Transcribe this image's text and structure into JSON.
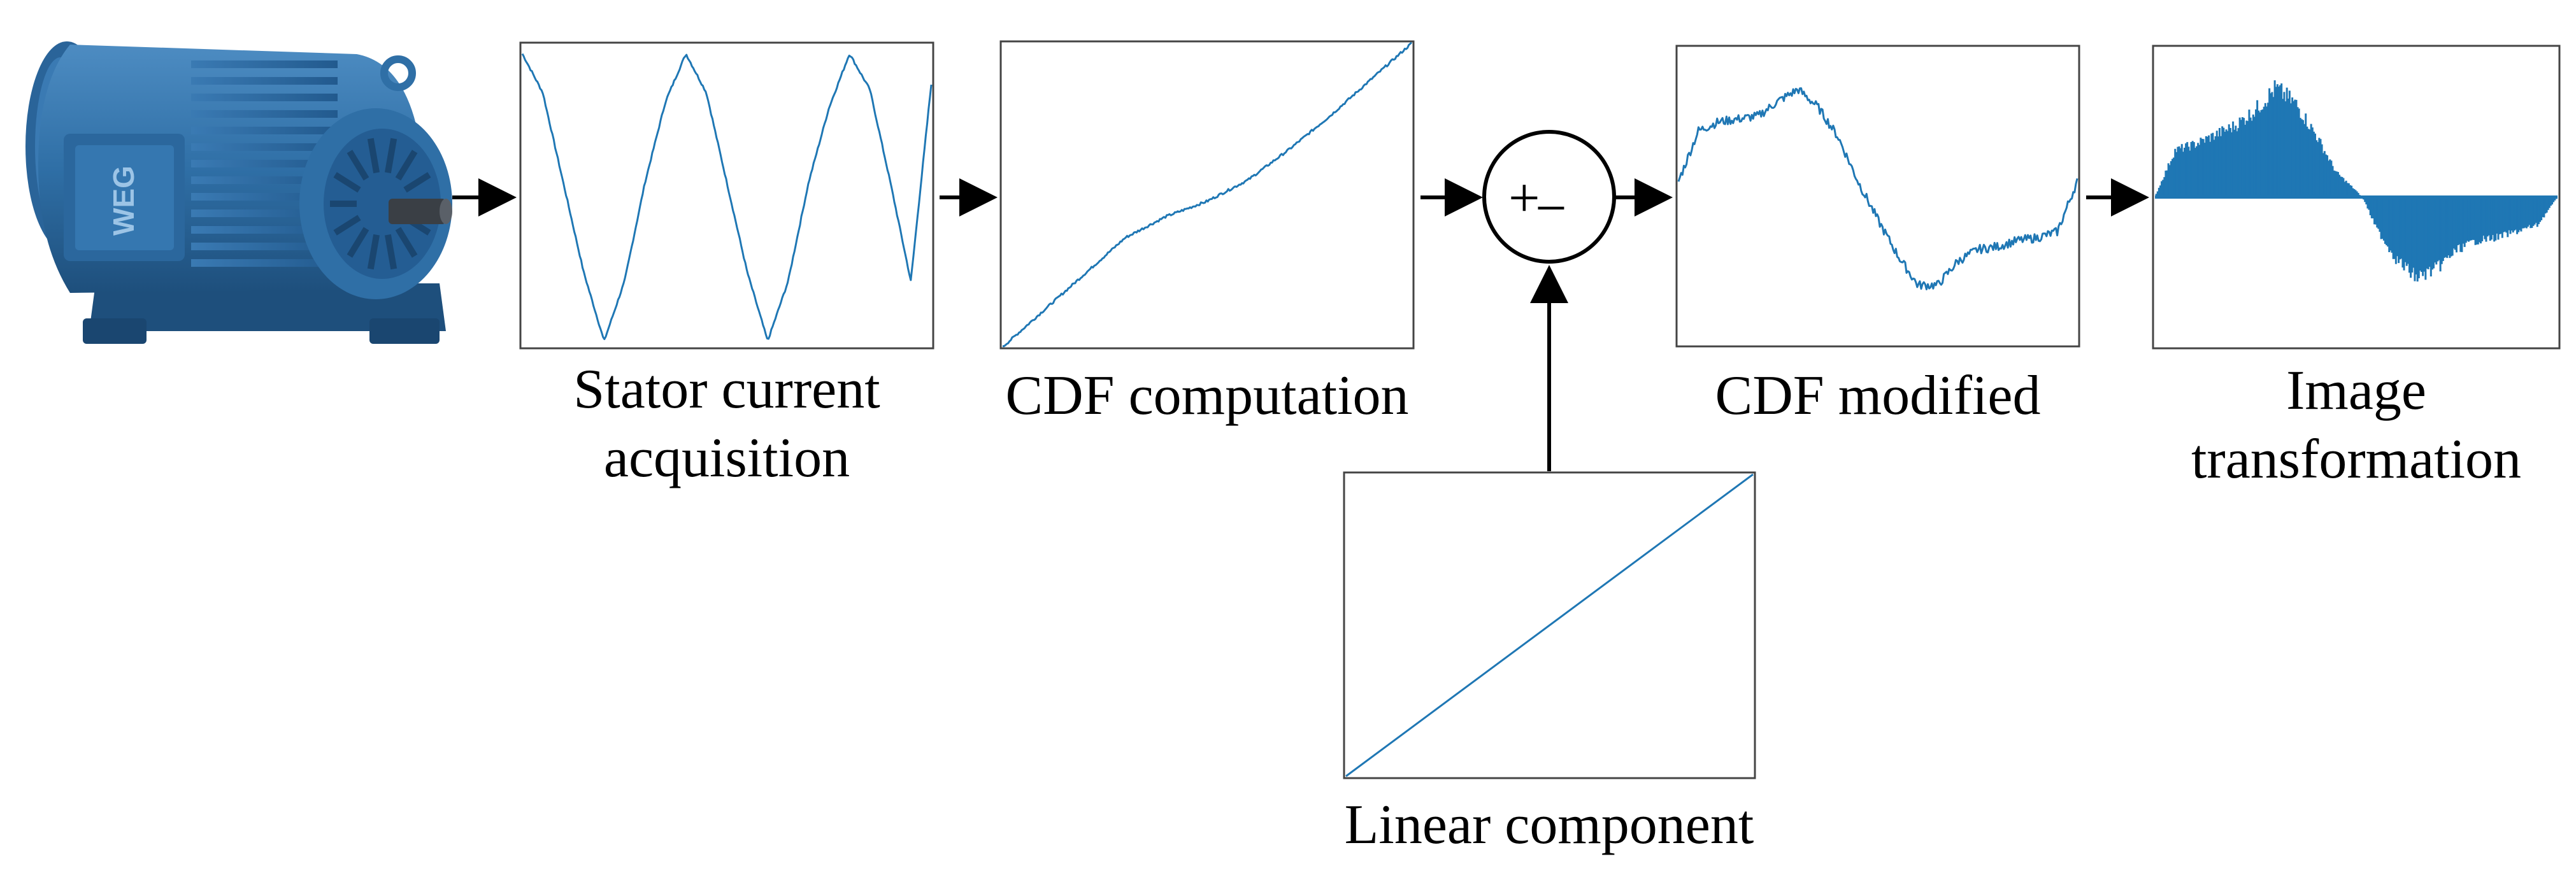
{
  "labels": {
    "stator": [
      "Stator current",
      "acquisition"
    ],
    "cdf": "CDF computation",
    "cdf_modified": "CDF modified",
    "image": [
      "Image",
      "transformation"
    ],
    "linear": "Linear component"
  },
  "motor": {
    "icon": "electric-motor-icon",
    "nameplate_logo": "WEG"
  },
  "summing_junction": {
    "plus": "+",
    "minus": "−"
  },
  "colors": {
    "trace": "#1f77b4",
    "motor_body": "#2f6fa6",
    "motor_dark": "#1e4f7c",
    "motor_light": "#4d8cc2",
    "frame": "#444444",
    "arrow": "#000000"
  },
  "chart_data": [
    {
      "type": "line",
      "name": "stator-current",
      "x": [
        0,
        0.05,
        0.1,
        0.15,
        0.2,
        0.25,
        0.3,
        0.35,
        0.4,
        0.45,
        0.5,
        0.55,
        0.6,
        0.65,
        0.7,
        0.75,
        0.8,
        0.85,
        0.9,
        0.95,
        1.0
      ],
      "y": [
        0.98,
        0.85,
        0.55,
        0.25,
        0.02,
        0.22,
        0.55,
        0.82,
        0.98,
        0.85,
        0.55,
        0.25,
        0.02,
        0.22,
        0.55,
        0.8,
        0.98,
        0.86,
        0.55,
        0.22,
        0.88
      ]
    },
    {
      "type": "line",
      "name": "cdf",
      "x": [
        0,
        0.1,
        0.2,
        0.3,
        0.4,
        0.5,
        0.6,
        0.7,
        0.8,
        0.9,
        1.0
      ],
      "y": [
        0.0,
        0.12,
        0.24,
        0.36,
        0.43,
        0.48,
        0.55,
        0.65,
        0.76,
        0.88,
        1.0
      ]
    },
    {
      "type": "line",
      "name": "linear",
      "x": [
        0,
        1
      ],
      "y": [
        0,
        1
      ]
    },
    {
      "type": "line",
      "name": "cdf-modified",
      "x": [
        0,
        0.05,
        0.1,
        0.2,
        0.25,
        0.3,
        0.35,
        0.4,
        0.45,
        0.5,
        0.55,
        0.6,
        0.65,
        0.7,
        0.75,
        0.8,
        0.85,
        0.9,
        0.95,
        1.0
      ],
      "y": [
        0.55,
        0.72,
        0.75,
        0.77,
        0.82,
        0.86,
        0.8,
        0.7,
        0.55,
        0.42,
        0.3,
        0.2,
        0.2,
        0.28,
        0.32,
        0.33,
        0.35,
        0.36,
        0.38,
        0.55
      ]
    },
    {
      "type": "area",
      "name": "image-transformation",
      "x": [
        0,
        0.05,
        0.1,
        0.15,
        0.2,
        0.25,
        0.3,
        0.35,
        0.4,
        0.45,
        0.5,
        0.52,
        0.55,
        0.6,
        0.65,
        0.7,
        0.75,
        0.8,
        0.85,
        0.9,
        0.95,
        1.0
      ],
      "y": [
        0.5,
        0.65,
        0.67,
        0.7,
        0.73,
        0.78,
        0.85,
        0.8,
        0.7,
        0.58,
        0.52,
        0.49,
        0.4,
        0.3,
        0.24,
        0.27,
        0.33,
        0.36,
        0.37,
        0.39,
        0.41,
        0.5
      ]
    }
  ]
}
